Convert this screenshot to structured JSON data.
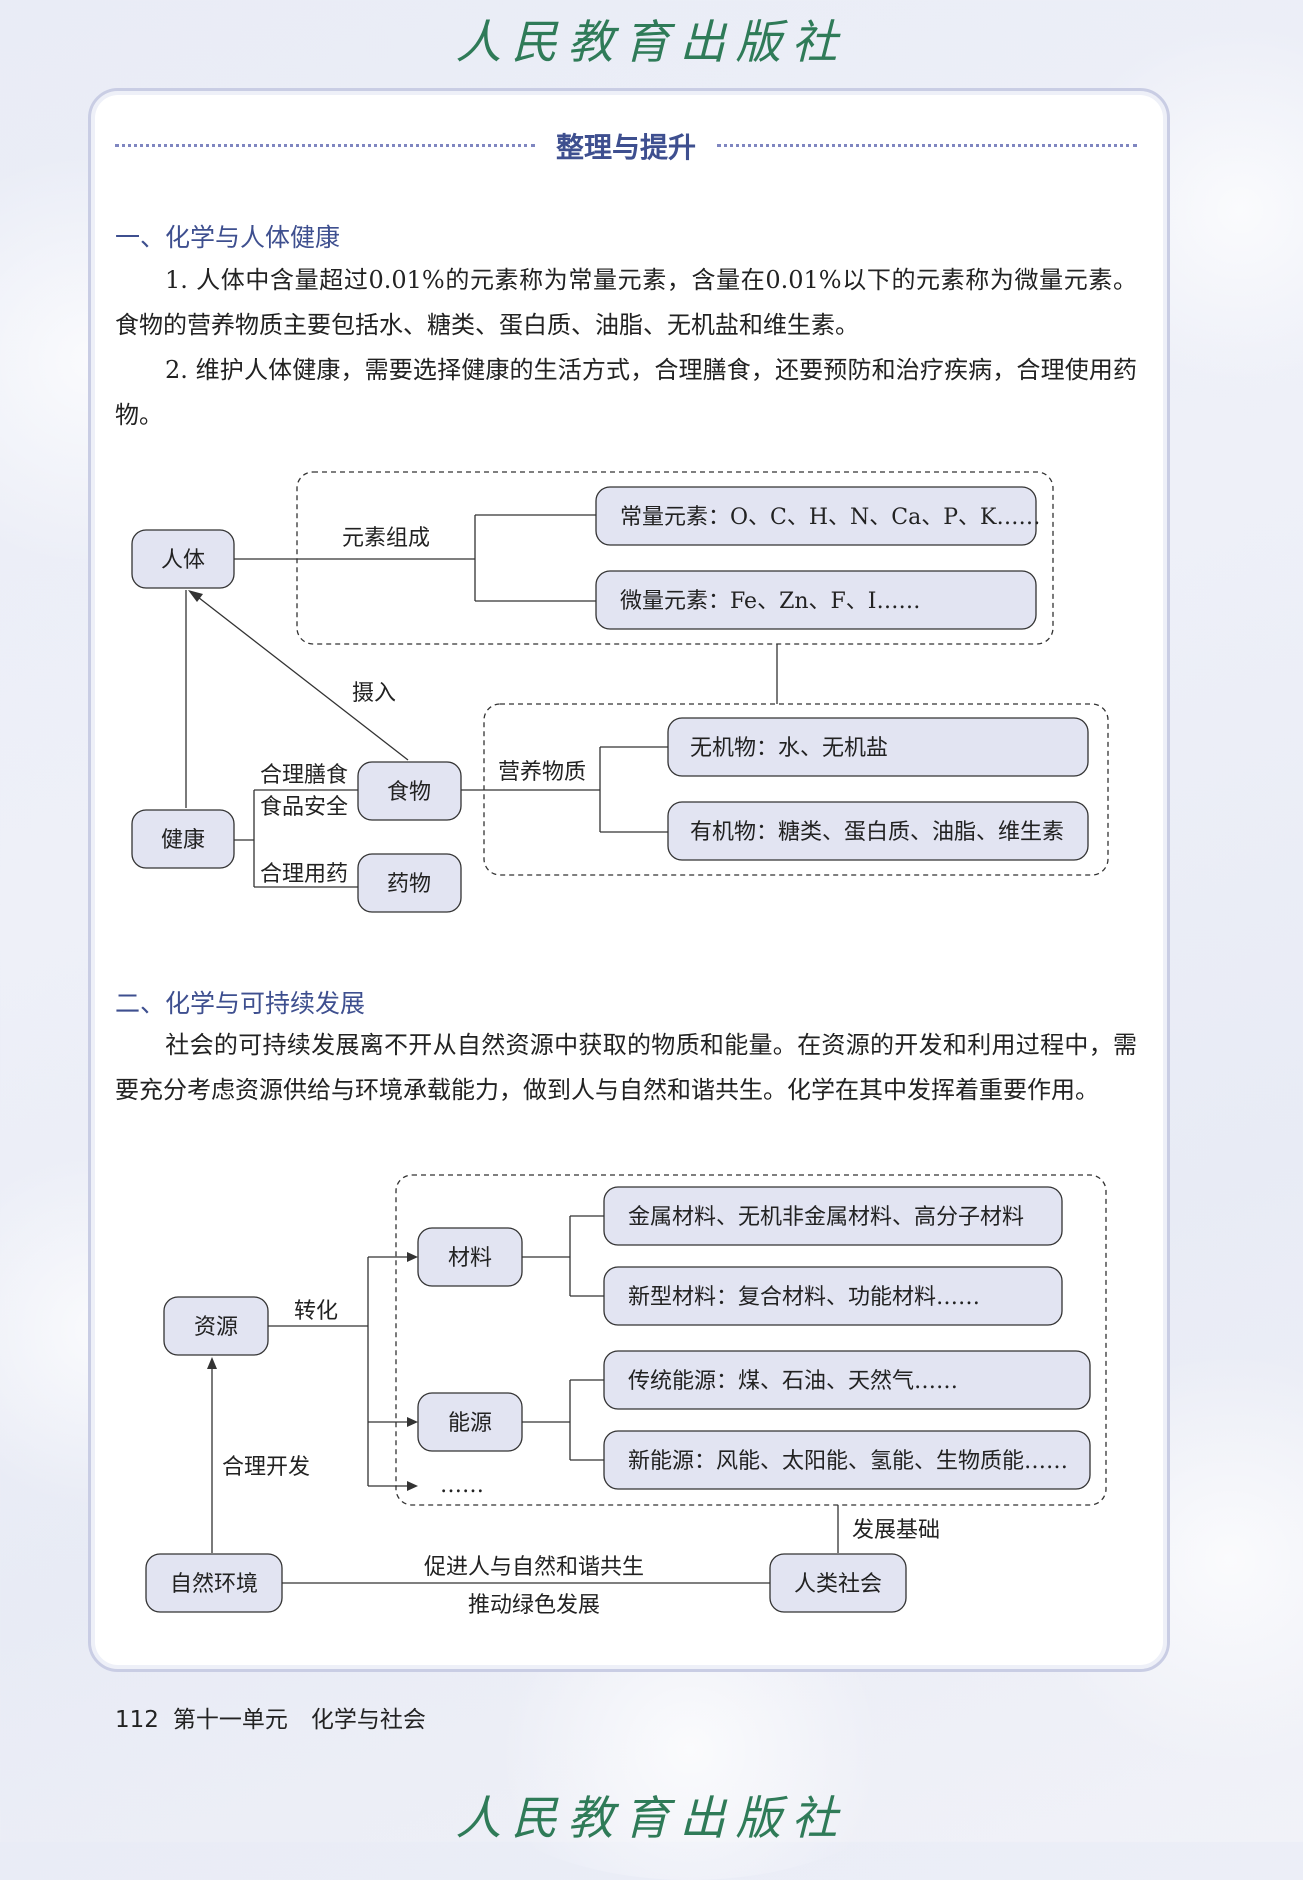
{
  "publisher": "人民教育出版社",
  "section_title": "整理与提升",
  "part1": {
    "heading": "一、化学与人体健康",
    "para1": "1. 人体中含量超过0.01%的元素称为常量元素，含量在0.01%以下的元素称为微量元素。食物的营养物质主要包括水、糖类、蛋白质、油脂、无机盐和维生素。",
    "para2": "2. 维护人体健康，需要选择健康的生活方式，合理膳食，还要预防和治疗疾病，合理使用药物。"
  },
  "diagram1": {
    "renti": "人体",
    "yuansu_zucheng": "元素组成",
    "changliang": "常量元素：O、C、H、N、Ca、P、K……",
    "weiliang": "微量元素：Fe、Zn、F、I……",
    "sheru": "摄入",
    "jiankang": "健康",
    "heli_shanshi": "合理膳食",
    "shipin_anquan": "食品安全",
    "heli_yongyao": "合理用药",
    "shiwu": "食物",
    "yaowu": "药物",
    "yingyang_wuzhi": "营养物质",
    "wujiwu": "无机物：水、无机盐",
    "youjiwu": "有机物：糖类、蛋白质、油脂、维生素"
  },
  "part2": {
    "heading": "二、化学与可持续发展",
    "para": "社会的可持续发展离不开从自然资源中获取的物质和能量。在资源的开发和利用过程中，需要充分考虑资源供给与环境承载能力，做到人与自然和谐共生。化学在其中发挥着重要作用。"
  },
  "diagram2": {
    "ziyuan": "资源",
    "zhuanhua": "转化",
    "cailiao": "材料",
    "nengyuan": "能源",
    "ellipsis": "……",
    "cailiao1": "金属材料、无机非金属材料、高分子材料",
    "cailiao2": "新型材料：复合材料、功能材料……",
    "nengyuan1": "传统能源：煤、石油、天然气……",
    "nengyuan2": "新能源：风能、太阳能、氢能、生物质能……",
    "heli_kaifa": "合理开发",
    "ziran_huanjing": "自然环境",
    "renlei_shehui": "人类社会",
    "fazhan_jichu": "发展基础",
    "cujin": "促进人与自然和谐共生",
    "tuidong": "推动绿色发展"
  },
  "footer": {
    "page_number": "112",
    "unit": "第十一单元　化学与社会"
  }
}
